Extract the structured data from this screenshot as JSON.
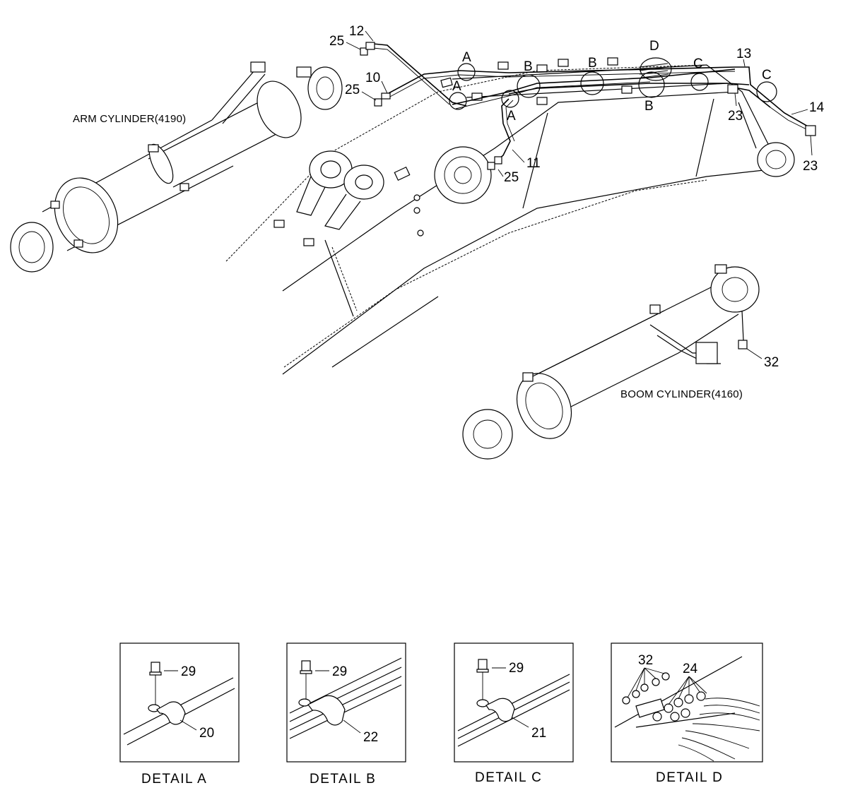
{
  "labels": {
    "arm_cylinder": "ARM CYLINDER(4190)",
    "boom_cylinder": "BOOM CYLINDER(4160)"
  },
  "callouts": {
    "c12": "12",
    "c25a": "25",
    "c10": "10",
    "c25b": "25",
    "c25c": "25",
    "c11": "11",
    "c13": "13",
    "c14": "14",
    "c23a": "23",
    "c23b": "23",
    "c32": "32"
  },
  "detail_markers": {
    "a1": "A",
    "a2": "A",
    "a3": "A",
    "b1": "B",
    "b2": "B",
    "b3": "B",
    "c1": "C",
    "c2": "C",
    "d1": "D"
  },
  "details": {
    "a": {
      "caption": "DETAIL  A",
      "bolt": "29",
      "clamp": "20"
    },
    "b": {
      "caption": "DETAIL  B",
      "bolt": "29",
      "clamp": "22"
    },
    "c": {
      "caption": "DETAIL  C",
      "bolt": "29",
      "clamp": "21"
    },
    "d": {
      "caption": "DETAIL  D",
      "fittings_left": "32",
      "fittings_right": "24"
    }
  }
}
